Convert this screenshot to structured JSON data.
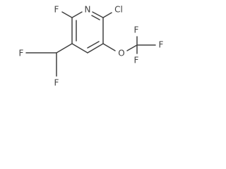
{
  "molecule": {
    "atoms": {
      "n_ring": "N",
      "f_top": "F",
      "cl": "Cl",
      "o_ether": "O",
      "f_cf3_1": "F",
      "f_cf3_2": "F",
      "f_cf3_3": "F",
      "f_chf2_1": "F",
      "f_chf2_2": "F"
    }
  }
}
